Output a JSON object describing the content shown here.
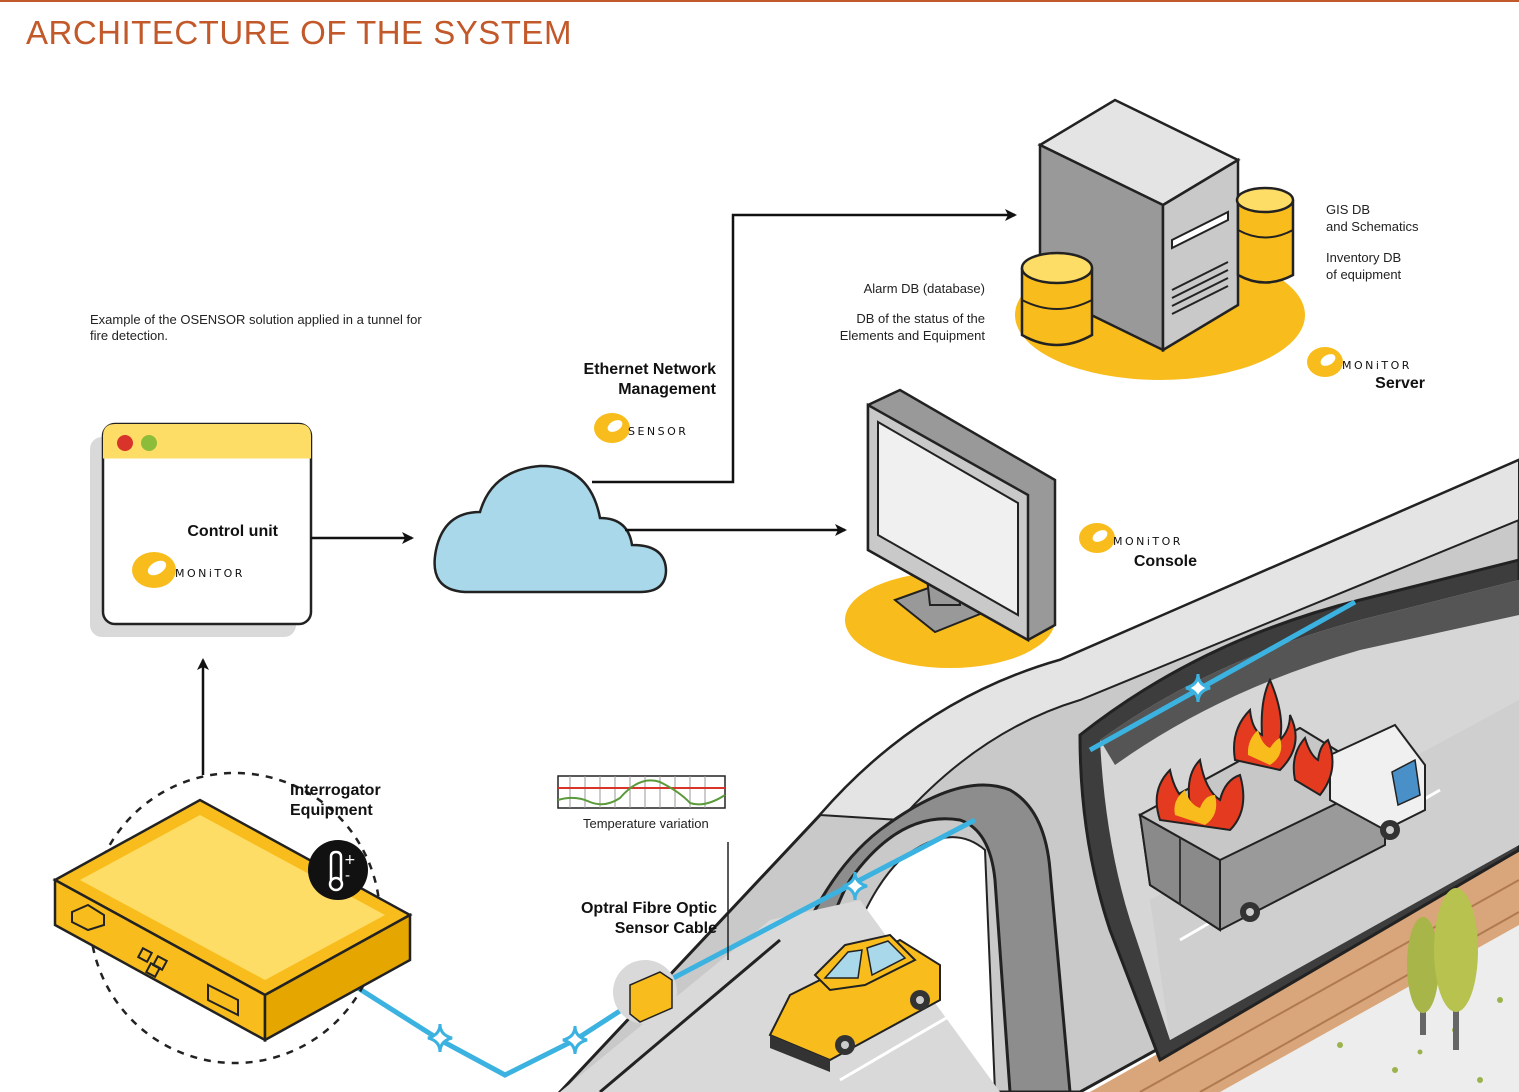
{
  "header": {
    "title": "ARCHITECTURE OF THE SYSTEM"
  },
  "caption": "Example of the OSENSOR solution applied in a tunnel for fire detection.",
  "control_unit": {
    "label": "Control unit",
    "logo_word": "MONiTOR"
  },
  "network": {
    "line1": "Ethernet Network",
    "line2": "Management",
    "logo_word": "SENSOR"
  },
  "server": {
    "db_left_1": "Alarm DB (database)",
    "db_left_2a": "DB of the status of the",
    "db_left_2b": "Elements and Equipment",
    "db_right_1a": "GIS DB",
    "db_right_1b": "and Schematics",
    "db_right_2a": "Inventory DB",
    "db_right_2b": "of equipment",
    "logo_word": "MONiTOR",
    "label": "Server"
  },
  "console": {
    "logo_word": "MONiTOR",
    "label": "Console"
  },
  "interrogator": {
    "line1": "Interrogator",
    "line2": "Equipment"
  },
  "sensor_cable": {
    "line1": "Optral Fibre Optic",
    "line2": "Sensor Cable"
  },
  "temperature": {
    "label": "Temperature variation"
  },
  "colors": {
    "accent": "#c2592a",
    "yellow": "#f8bd1c",
    "cable": "#3bb2e0",
    "cloud": "#a8d8ea"
  }
}
